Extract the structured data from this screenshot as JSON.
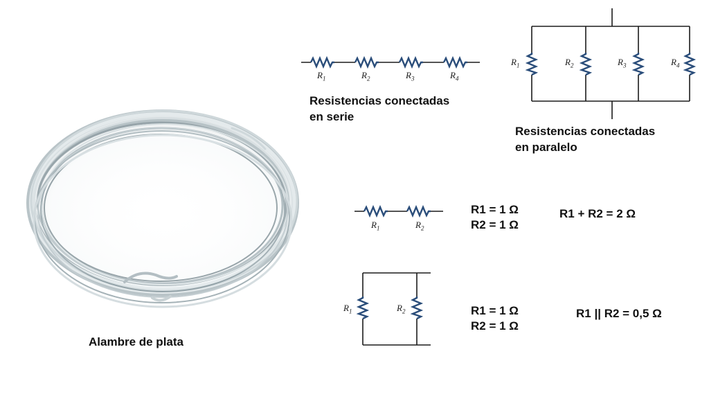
{
  "photo": {
    "caption": "Alambre de plata"
  },
  "series_diagram": {
    "caption_line1": "Resistencias conectadas",
    "caption_line2": "en serie",
    "resistors": [
      {
        "letter": "R",
        "index": "1"
      },
      {
        "letter": "R",
        "index": "2"
      },
      {
        "letter": "R",
        "index": "3"
      },
      {
        "letter": "R",
        "index": "4"
      }
    ]
  },
  "parallel_diagram": {
    "caption_line1": "Resistencias conectadas",
    "caption_line2": "en paralelo",
    "resistors": [
      {
        "letter": "R",
        "index": "1"
      },
      {
        "letter": "R",
        "index": "2"
      },
      {
        "letter": "R",
        "index": "3"
      },
      {
        "letter": "R",
        "index": "4"
      }
    ]
  },
  "series_example": {
    "resistors": [
      {
        "letter": "R",
        "index": "1"
      },
      {
        "letter": "R",
        "index": "2"
      }
    ],
    "values": [
      "R1 =  1 Ω",
      "R2 =  1 Ω"
    ],
    "result": "R1 + R2 = 2 Ω"
  },
  "parallel_example": {
    "resistors": [
      {
        "letter": "R",
        "index": "1"
      },
      {
        "letter": "R",
        "index": "2"
      }
    ],
    "values": [
      "R1 =  1 Ω",
      "R2 =  1 Ω"
    ],
    "result": "R1 || R2 = 0,5 Ω"
  },
  "colors": {
    "wire": "#1b1b1b",
    "resistor": "#2a4d7a"
  }
}
